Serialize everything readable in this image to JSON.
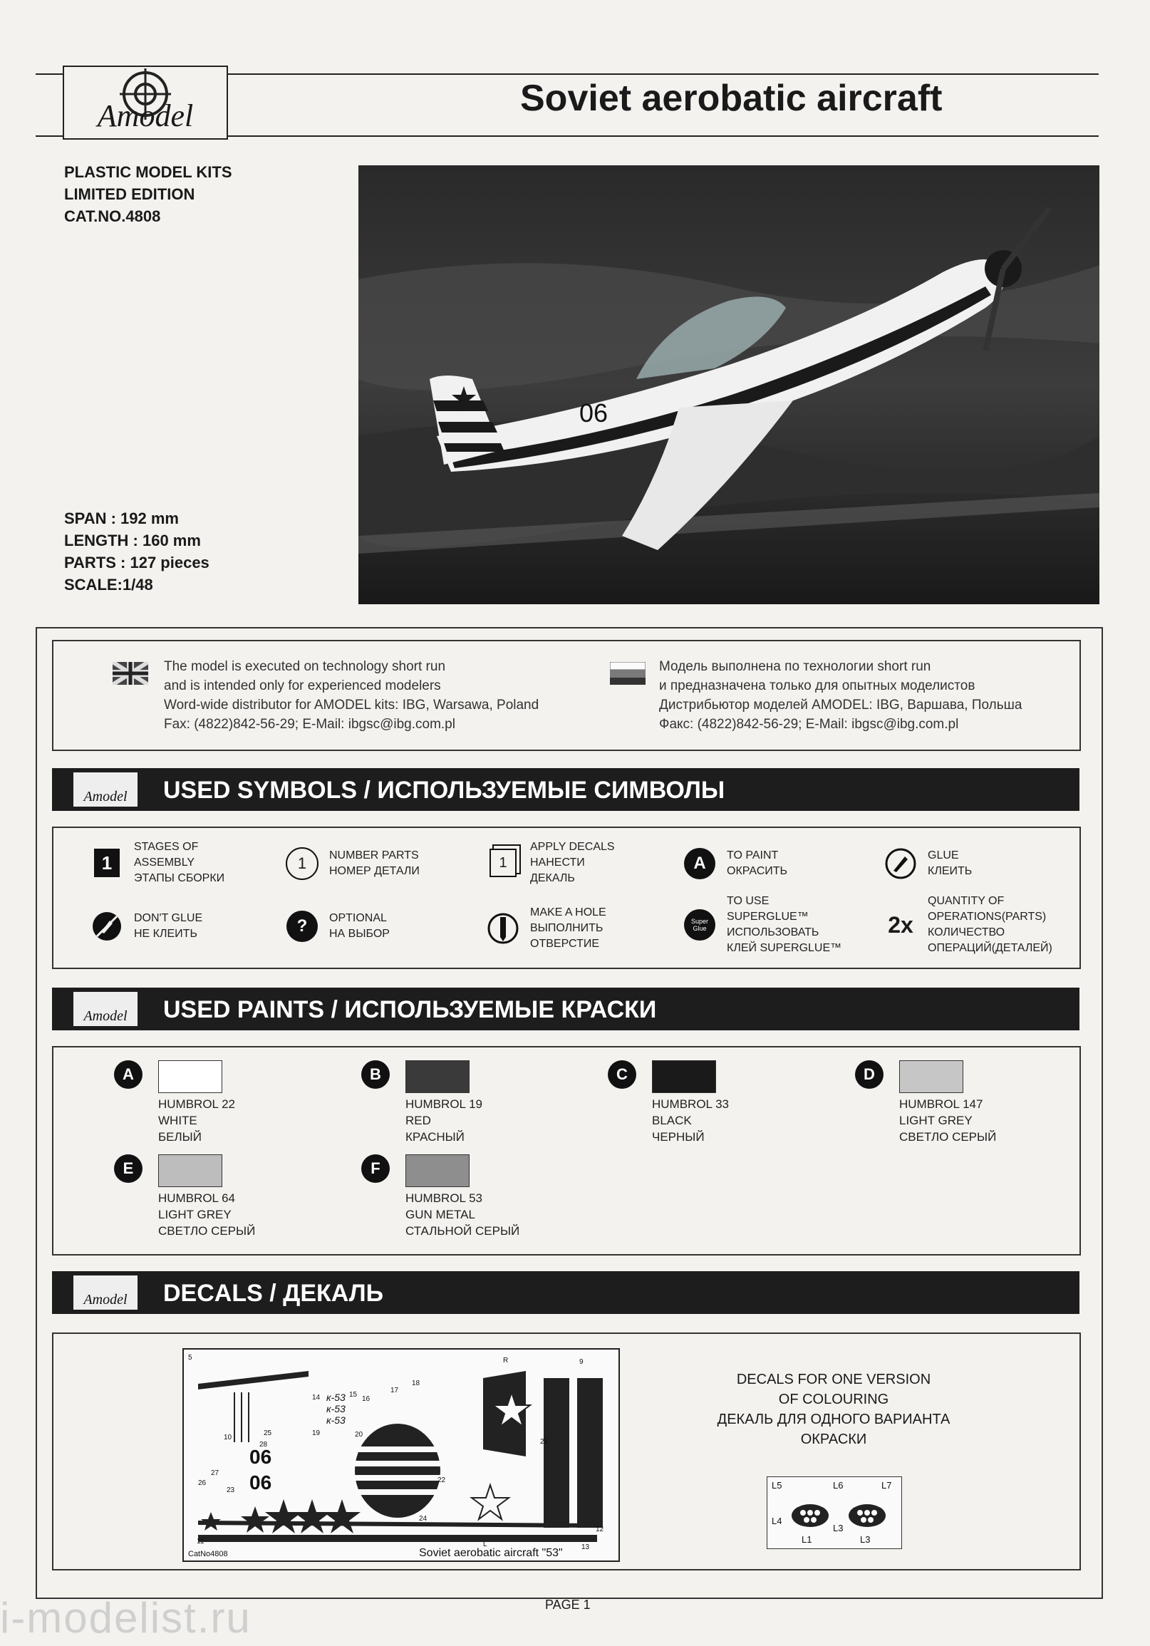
{
  "brand": {
    "name": "Amodel"
  },
  "header": {
    "title": "Soviet aerobatic aircraft"
  },
  "kit": {
    "line1": "PLASTIC MODEL KITS",
    "line2": "LIMITED EDITION",
    "cat": "CAT.NO.4808"
  },
  "specs": {
    "span": "SPAN : 192 mm",
    "length": "LENGTH : 160 mm",
    "parts": "PARTS : 127 pieces",
    "scale": "SCALE:1/48"
  },
  "photo": {
    "code": "06"
  },
  "info": {
    "en": [
      "The model is executed on technology short run",
      "and is intended only for experienced modelers",
      "Word-wide distributor for AMODEL kits: IBG, Warsawa, Poland",
      "Fax: (4822)842-56-29; E-Mail: ibgsc@ibg.com.pl"
    ],
    "ru": [
      "Модель выполнена по технологии short run",
      "и предназначена только для опытных моделистов",
      "Дистрибьютор моделей AMODEL: IBG, Варшава, Польша",
      "Факс: (4822)842-56-29; E-Mail: ibgsc@ibg.com.pl"
    ]
  },
  "sections": {
    "symbols": "USED SYMBOLS / ИСПОЛЬЗУЕМЫЕ СИМВОЛЫ",
    "paints": "USED PAINTS / ИСПОЛЬЗУЕМЫЕ КРАСКИ",
    "decals": "DECALS / ДЕКАЛЬ"
  },
  "symbols": {
    "stages": {
      "icon": "1",
      "lines": [
        "STAGES OF",
        "ASSEMBLY",
        "ЭТАПЫ СБОРКИ"
      ]
    },
    "number": {
      "icon": "1",
      "lines": [
        "NUMBER PARTS",
        "НОМЕР ДЕТАЛИ"
      ]
    },
    "apply_decals": {
      "icon": "1",
      "lines": [
        "APPLY DECALS",
        "НАНЕСТИ",
        "ДЕКАЛЬ"
      ]
    },
    "paint": {
      "icon": "A",
      "lines": [
        "TO PAINT",
        "ОКРАСИТЬ"
      ]
    },
    "glue": {
      "lines": [
        "GLUE",
        "КЛЕИТЬ"
      ]
    },
    "dont_glue": {
      "lines": [
        "DON'T GLUE",
        "НЕ КЛЕИТЬ"
      ]
    },
    "optional": {
      "icon": "?",
      "lines": [
        "OPTIONAL",
        "НА ВЫБОР"
      ]
    },
    "hole": {
      "lines": [
        "MAKE A HOLE",
        "ВЫПОЛНИТЬ",
        "ОТВЕРСТИЕ"
      ]
    },
    "superglue": {
      "icon_text": "Super Glue",
      "lines": [
        "TO USE",
        "SUPERGLUE™",
        "ИСПОЛЬЗОВАТЬ",
        "КЛЕЙ SUPERGLUE™"
      ]
    },
    "quantity": {
      "icon": "2x",
      "lines": [
        "QUANTITY OF",
        "OPERATIONS(PARTS)",
        "КОЛИЧЕСТВО",
        "ОПЕРАЦИЙ(ДЕТАЛЕЙ)"
      ]
    }
  },
  "paints": [
    {
      "letter": "A",
      "color": "#ffffff",
      "lines": [
        "HUMBROL 22",
        "WHITE",
        "БЕЛЫЙ"
      ]
    },
    {
      "letter": "B",
      "color": "#3a3a3a",
      "lines": [
        "HUMBROL 19",
        "RED",
        "КРАСНЫЙ"
      ]
    },
    {
      "letter": "C",
      "color": "#1a1a1a",
      "lines": [
        "HUMBROL 33",
        "BLACK",
        "ЧЕРНЫЙ"
      ]
    },
    {
      "letter": "D",
      "color": "#c6c6c6",
      "lines": [
        "HUMBROL 147",
        "LIGHT GREY",
        "СВЕТЛО СЕРЫЙ"
      ]
    },
    {
      "letter": "E",
      "color": "#bdbdbd",
      "lines": [
        "HUMBROL 64",
        "LIGHT GREY",
        "СВЕТЛО СЕРЫЙ"
      ]
    },
    {
      "letter": "F",
      "color": "#8e8e8e",
      "lines": [
        "HUMBROL 53",
        "GUN METAL",
        "СТАЛЬНОЙ СЕРЫЙ"
      ]
    }
  ],
  "decals": {
    "note": [
      "DECALS FOR ONE VERSION",
      "OF COLOURING",
      "ДЕКАЛЬ ДЛЯ ОДНОГО ВАРИАНТА",
      "ОКРАСКИ"
    ],
    "sheet_cat": "CatNo4808",
    "sheet_title": "Soviet aerobatic aircraft \"53\"",
    "code": "06",
    "mark": "к-53",
    "numbers": [
      "5",
      "9",
      "10",
      "11",
      "12",
      "13",
      "14",
      "15",
      "16",
      "17",
      "18",
      "19",
      "20",
      "21",
      "22",
      "23",
      "24",
      "25",
      "26",
      "27",
      "28",
      "R",
      "L"
    ],
    "inset_labels": [
      "L5",
      "L6",
      "L7",
      "L4",
      "L1",
      "L3",
      "L3"
    ]
  },
  "footer": {
    "page": "PAGE 1",
    "watermark": "i-modelist.ru"
  }
}
